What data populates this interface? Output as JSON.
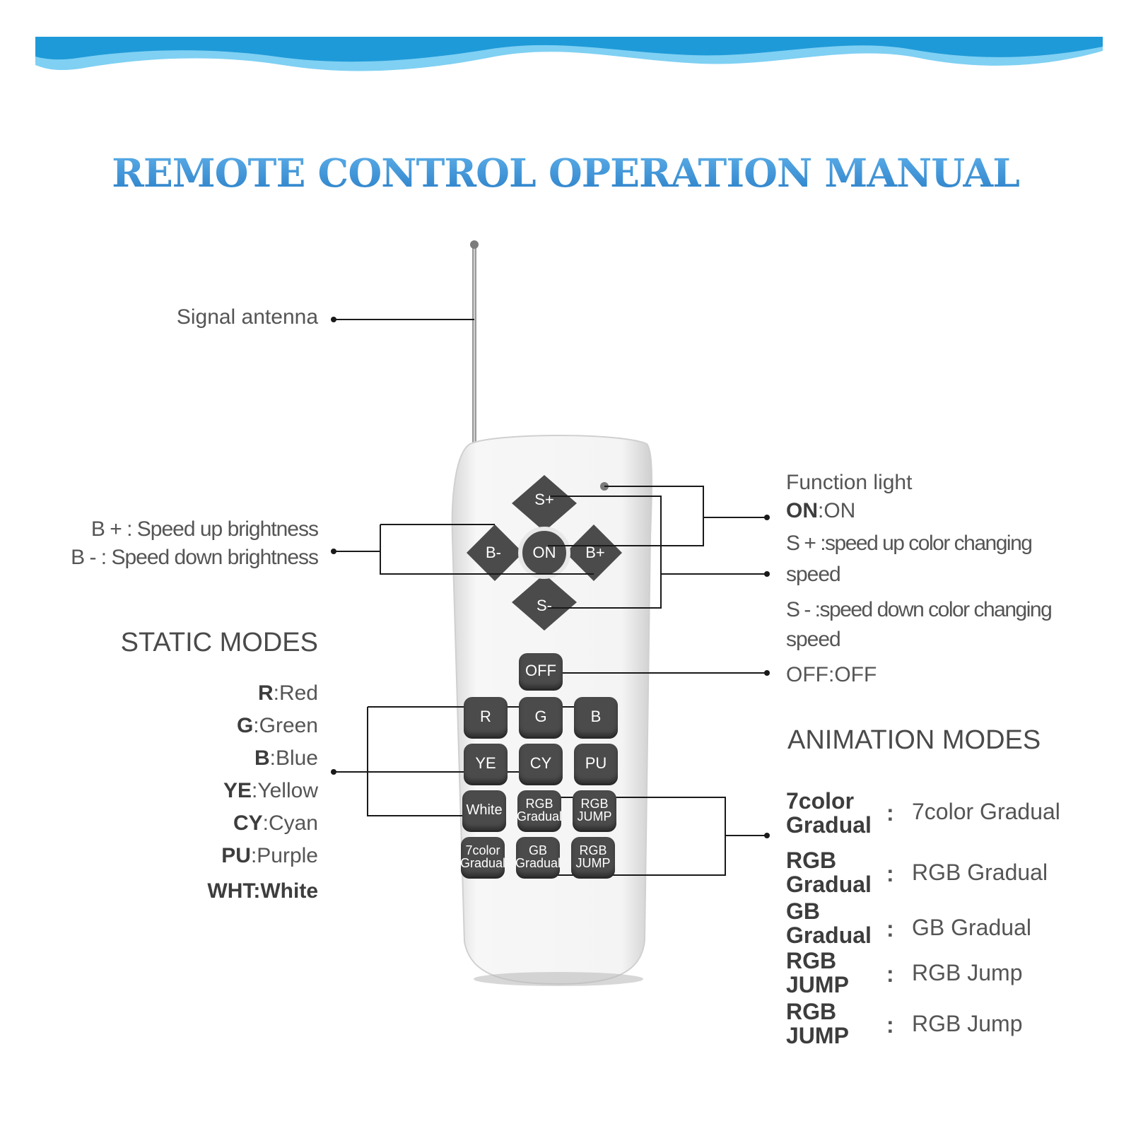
{
  "title": "REMOTE CONTROL OPERATION MANUAL",
  "colors": {
    "banner_dark": "#1f9ad8",
    "banner_light": "#7fd0f3",
    "title": "#3a94d6",
    "key": "#4b4b4b",
    "remote_body": "#f3f3f3"
  },
  "labels": {
    "antenna": "Signal antenna",
    "b_plus": "B + : Speed up brightness",
    "b_minus": "B - : Speed down brightness",
    "function_light": "Function light",
    "on_key": "ON",
    "on_sep": ":",
    "on_val": "ON",
    "s_plus_1": "S + :speed up color changing",
    "s_plus_2": "speed",
    "s_minus_1": "S - :speed down color  changing",
    "s_minus_2": "speed",
    "off_key": "OFF",
    "off_sep": ":",
    "off_val": "OFF"
  },
  "static_modes": {
    "title": "STATIC MODES",
    "items": [
      {
        "key": "R",
        "value": ":Red"
      },
      {
        "key": "G",
        "value": ":Green"
      },
      {
        "key": "B",
        "value": ":Blue"
      },
      {
        "key": "YE",
        "value": ":Yellow"
      },
      {
        "key": "CY",
        "value": ":Cyan"
      },
      {
        "key": "PU",
        "value": ":Purple"
      },
      {
        "key": "WHT",
        "value": ":White"
      }
    ]
  },
  "animation_modes": {
    "title": "ANIMATION MODES",
    "items": [
      {
        "key": "7color\nGradual",
        "sep": ":",
        "value": "7color Gradual"
      },
      {
        "key": "RGB\nGradual",
        "sep": ":",
        "value": "RGB Gradual"
      },
      {
        "key": "GB\nGradual",
        "sep": ":",
        "value": "GB Gradual"
      },
      {
        "key": "RGB\nJUMP",
        "sep": ":",
        "value": "RGB Jump"
      },
      {
        "key": "RGB\nJUMP",
        "sep": ":",
        "value": "RGB Jump"
      }
    ]
  },
  "remote": {
    "dpad": {
      "up": "S+",
      "down": "S-",
      "left": "B-",
      "right": "B+",
      "center": "ON"
    },
    "off": "OFF",
    "keys": [
      [
        "R",
        "G",
        "B"
      ],
      [
        "YE",
        "CY",
        "PU"
      ],
      [
        "White",
        "RGB\nGradual",
        "RGB\nJUMP"
      ],
      [
        "7color\nGradual",
        "GB\nGradual",
        "RGB\nJUMP"
      ]
    ]
  }
}
